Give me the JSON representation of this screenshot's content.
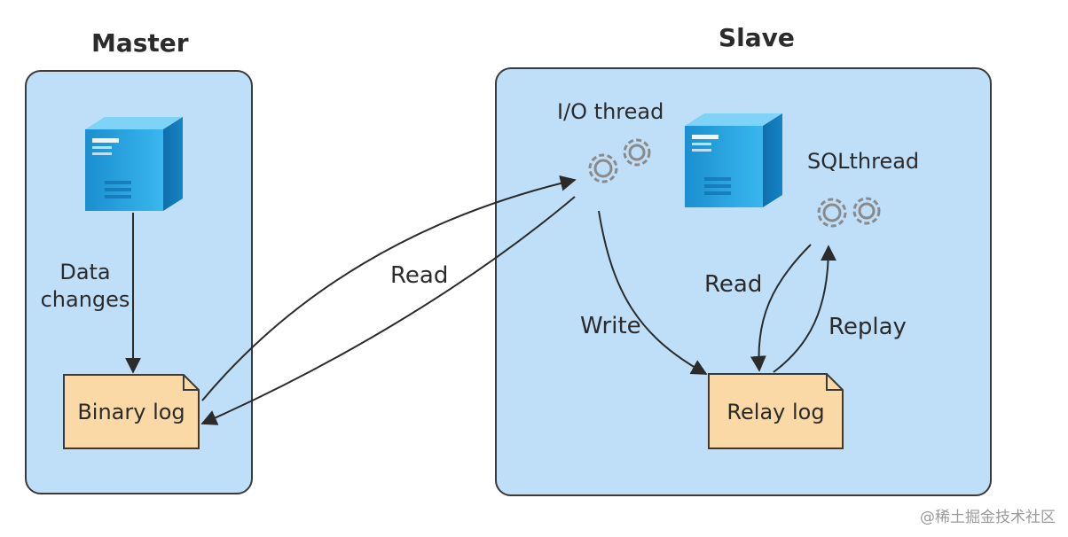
{
  "master": {
    "title": "Master",
    "arrow_label": "Data\nchanges",
    "document_label": "Binary log"
  },
  "slave": {
    "title": "Slave",
    "io_thread_label": "I/O thread",
    "sql_thread_label": "SQLthread",
    "write_label": "Write",
    "read_label": "Read",
    "replay_label": "Replay",
    "document_label": "Relay log"
  },
  "link": {
    "read_label": "Read"
  },
  "colors": {
    "container_fill": "#bfdff8",
    "document_fill": "#fad9a6",
    "server_blue": "#1fa3e0",
    "gear_gray": "#8a8a8a",
    "stroke": "#2b2b2b"
  },
  "watermark": "@稀土掘金技术社区"
}
